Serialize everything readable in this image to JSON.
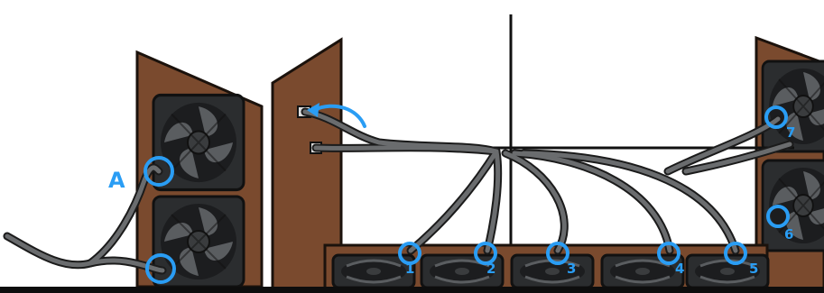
{
  "colors": {
    "wood": "#7a4a2e",
    "wood_edge": "#1b120c",
    "fan_frame": "#2b2d2f",
    "fan_blade": "#4a4d50",
    "cable": "#5a5c5e",
    "marker": "#2a9df4",
    "ground": "#0d0d0d"
  },
  "labels": {
    "a": "A",
    "n1": "1",
    "n2": "2",
    "n3": "3",
    "n4": "4",
    "n5": "5",
    "n6": "6",
    "n7": "7"
  },
  "icons": {
    "fan": "fan-icon",
    "marker": "circle-marker-icon",
    "arrow": "curved-arrow-icon"
  }
}
